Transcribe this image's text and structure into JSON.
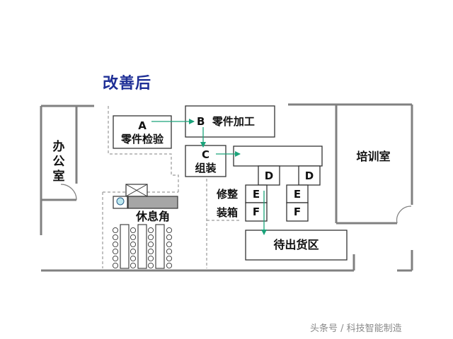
{
  "title": "改善后",
  "rooms": {
    "office": "办公室",
    "training": "培训室",
    "rest_area": "休息角",
    "waiting_area": "待出货区"
  },
  "stations": {
    "a_letter": "A",
    "a_label": "零件检验",
    "b_text": "B  零件加工",
    "c_letter": "C",
    "c_label": "组装",
    "d_letter": "D",
    "e_letter": "E",
    "f_letter": "F",
    "trim_label": "修整",
    "box_label": "装箱"
  },
  "watermark": "头条号 / 科技智能制造",
  "colors": {
    "title": "#1f2f96",
    "arrow": "#1aa37a",
    "wall": "#808080",
    "box_border": "#333333",
    "dashed": "#9a9a9a",
    "cabinet": "#a6a6a6"
  }
}
